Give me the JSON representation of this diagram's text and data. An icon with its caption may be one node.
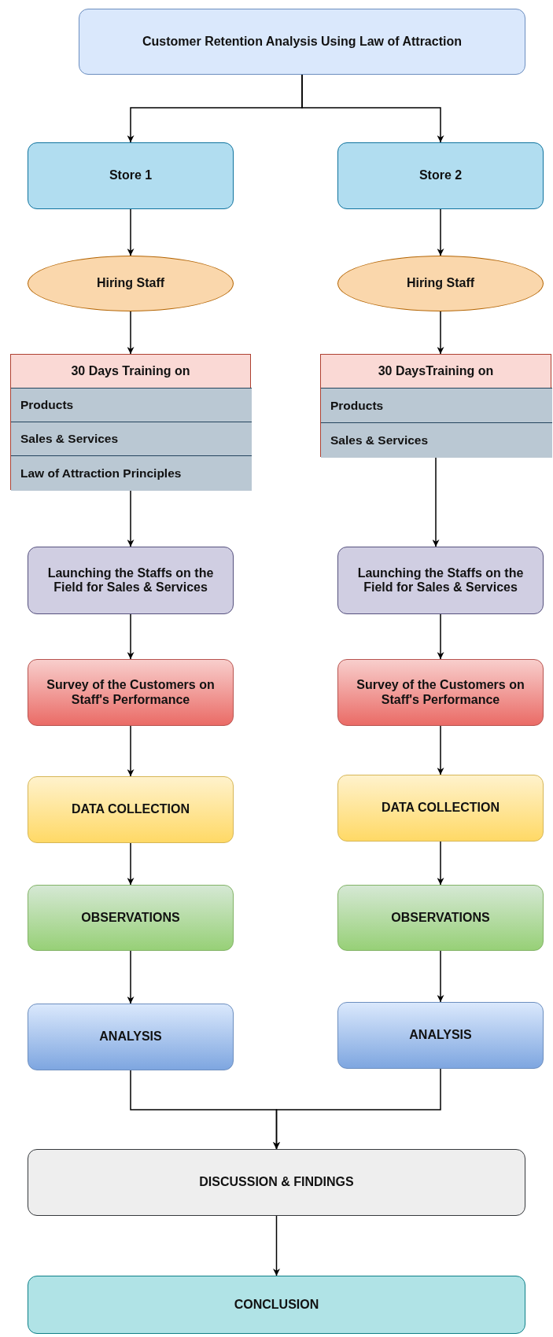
{
  "diagram": {
    "nodes": [
      {
        "text": [
          "Customer Retention Analysis Using Law of Attraction"
        ]
      },
      {
        "text": [
          "Store 1"
        ]
      },
      {
        "text": [
          "Store 2"
        ]
      },
      {
        "text": [
          "Hiring Staff"
        ]
      },
      {
        "text": [
          "Hiring Staff"
        ]
      },
      {
        "text": [
          "30 Days Training on"
        ]
      },
      {
        "text": [
          "Products"
        ],
        "in": 5
      },
      {
        "text": [
          "Sales & Services"
        ],
        "in": 5
      },
      {
        "text": [
          "Law of Attraction Principles"
        ],
        "in": 5
      },
      {
        "text": [
          "30 DaysTraining on"
        ]
      },
      {
        "text": [
          "Products"
        ],
        "in": 9
      },
      {
        "text": [
          "Sales & Services"
        ],
        "in": 9
      },
      {
        "text": [
          "Launching the Staffs on the Field for Sales & Services"
        ]
      },
      {
        "text": [
          "Launching the Staffs on the Field for Sales & Services"
        ]
      },
      {
        "text": [
          "Survey of the Customers on Staff's Performance"
        ]
      },
      {
        "text": [
          "Survey of the Customers on Staff's Performance"
        ]
      },
      {
        "text": [
          "DATA COLLECTION"
        ]
      },
      {
        "text": [
          "DATA COLLECTION"
        ]
      },
      {
        "text": [
          "OBSERVATIONS"
        ]
      },
      {
        "text": [
          "OBSERVATIONS"
        ]
      },
      {
        "text": [
          "ANALYSIS"
        ]
      },
      {
        "text": [
          "ANALYSIS"
        ]
      },
      {
        "text": [
          "DISCUSSION & FINDINGS"
        ]
      },
      {
        "text": [
          "CONCLUSION"
        ]
      }
    ],
    "edges": [
      {
        "from": 0,
        "to": 1,
        "arrow": "to"
      },
      {
        "from": 0,
        "to": 2,
        "arrow": "to"
      },
      {
        "from": 1,
        "to": 3,
        "arrow": "to"
      },
      {
        "from": 2,
        "to": 4,
        "arrow": "to"
      },
      {
        "from": 3,
        "to": 5,
        "arrow": "to"
      },
      {
        "from": 4,
        "to": 9,
        "arrow": "to"
      },
      {
        "from": 5,
        "to": 12,
        "arrow": "to"
      },
      {
        "from": 9,
        "to": 13,
        "arrow": "to"
      },
      {
        "from": 12,
        "to": 14,
        "arrow": "to"
      },
      {
        "from": 13,
        "to": 15,
        "arrow": "to"
      },
      {
        "from": 14,
        "to": 16,
        "arrow": "to"
      },
      {
        "from": 15,
        "to": 17,
        "arrow": "to"
      },
      {
        "from": 16,
        "to": 18,
        "arrow": "to"
      },
      {
        "from": 17,
        "to": 19,
        "arrow": "to"
      },
      {
        "from": 18,
        "to": 20,
        "arrow": "to"
      },
      {
        "from": 19,
        "to": 21,
        "arrow": "to"
      },
      {
        "from": 20,
        "to": 22,
        "arrow": "to"
      },
      {
        "from": 21,
        "to": 22,
        "arrow": "to"
      },
      {
        "from": 22,
        "to": 23,
        "arrow": "to"
      }
    ]
  }
}
